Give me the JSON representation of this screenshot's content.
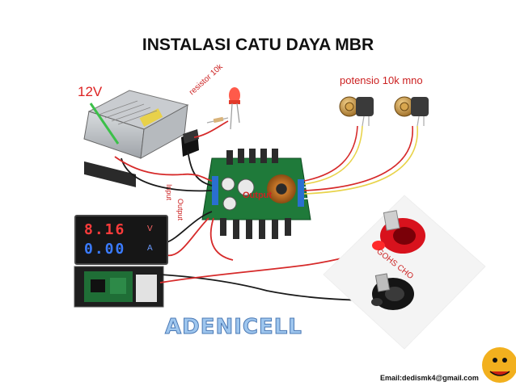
{
  "title": "INSTALASI CATU DAYA MBR",
  "labels": {
    "supply_voltage": "12V",
    "resistor": "resistor 10k",
    "potentiometers": "potensio 10k mno",
    "module_output": "Output",
    "module_input": "Input",
    "output_side": "Output",
    "jack_marking": "GOHS CHO"
  },
  "meter": {
    "voltage_reading": "8.16",
    "voltage_unit": "V",
    "current_reading": "0.00",
    "current_unit": "A"
  },
  "watermark": "ADENICELL",
  "email": "Email:dedismk4@gmail.com",
  "colors": {
    "label_red": "#d22222",
    "wire_red": "#d62a2a",
    "wire_black": "#1a1a1a",
    "wire_yellow": "#e8d34a",
    "meter_volt": "#ff3b3b",
    "meter_amp": "#3a7bff",
    "pcb_green": "#1f7a3a",
    "heatsink": "#2b2b2b",
    "jack_red": "#d8121d"
  }
}
